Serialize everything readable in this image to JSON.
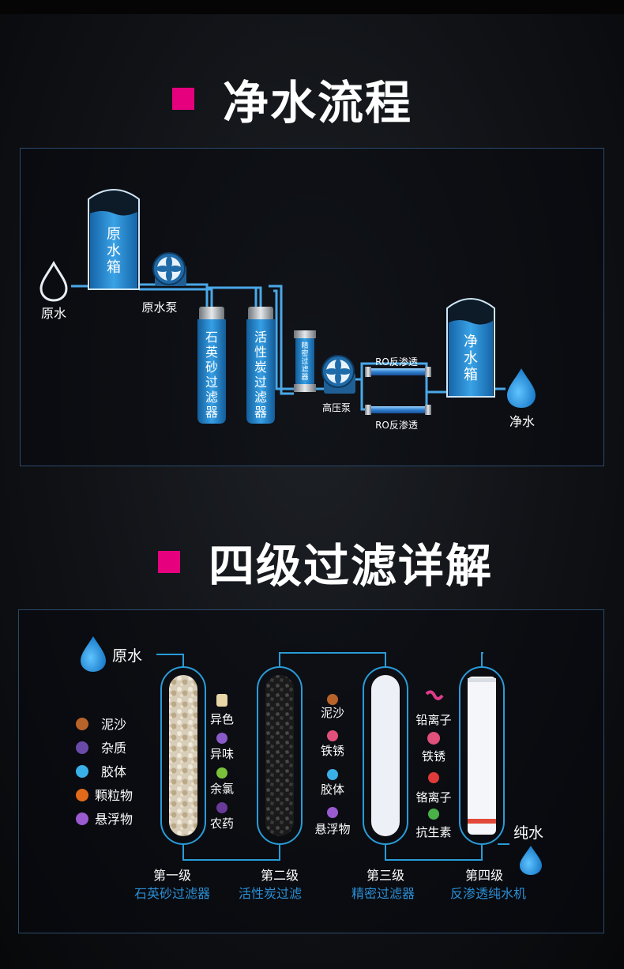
{
  "section1": {
    "title": "净水流程",
    "labels": {
      "raw_water": "原水",
      "raw_tank": [
        "原",
        "水",
        "箱"
      ],
      "raw_pump": "原水泵",
      "sand_filter": [
        "石",
        "英",
        "砂",
        "过",
        "滤",
        "器"
      ],
      "carbon_filter": [
        "活",
        "性",
        "炭",
        "过",
        "滤",
        "器"
      ],
      "precision_filter": [
        "精",
        "密",
        "过",
        "滤",
        "器"
      ],
      "high_pump": "高压泵",
      "ro_top": "RO反渗透",
      "ro_bottom": "RO反渗透",
      "pure_tank": [
        "净",
        "水",
        "箱"
      ],
      "pure_water": "净水"
    }
  },
  "section2": {
    "title": "四级过滤详解",
    "raw_water": "原水",
    "pure_water": "纯水",
    "left_impurities": [
      "泥沙",
      "杂质",
      "胶体",
      "颗粒物",
      "悬浮物"
    ],
    "stage1_removes": [
      "异色",
      "异味",
      "余氯",
      "农药"
    ],
    "stage2_removes": [
      "泥沙",
      "铁锈",
      "胶体",
      "悬浮物"
    ],
    "stage3_removes": [
      "铅离子",
      "铁锈",
      "铬离子",
      "抗生素"
    ],
    "stages": [
      {
        "level": "第一级",
        "name": "石英砂过滤器"
      },
      {
        "level": "第二级",
        "name": "活性炭过滤"
      },
      {
        "level": "第三级",
        "name": "精密过滤器"
      },
      {
        "level": "第四级",
        "name": "反渗透纯水机"
      }
    ],
    "colors": {
      "accent": "#e6007e",
      "blue": "#2a9bd8",
      "name_blue": "#2b8fd6"
    }
  }
}
